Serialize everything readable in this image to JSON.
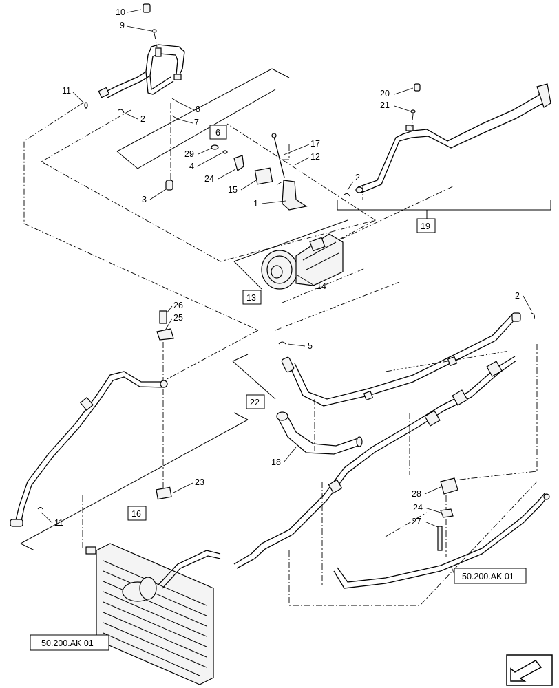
{
  "callouts": {
    "c1": "1",
    "c2a": "2",
    "c2b": "2",
    "c2c": "2",
    "c3": "3",
    "c4": "4",
    "c5": "5",
    "c7": "7",
    "c8": "8",
    "c9": "9",
    "c10": "10",
    "c11a": "11",
    "c11b": "11",
    "c12": "12",
    "c14": "14",
    "c15": "15",
    "c17": "17",
    "c18": "18",
    "c20": "20",
    "c21": "21",
    "c23": "23",
    "c24a": "24",
    "c24b": "24",
    "c25": "25",
    "c26": "26",
    "c27": "27",
    "c28": "28",
    "c29": "29"
  },
  "boxed_callouts": {
    "b6": "6",
    "b13": "13",
    "b16": "16",
    "b19": "19",
    "b22": "22"
  },
  "references": {
    "ref_right": "50.200.AK 01",
    "ref_left": "50.200.AK 01"
  },
  "icons": {
    "nav": "navigation-arrow-icon"
  }
}
